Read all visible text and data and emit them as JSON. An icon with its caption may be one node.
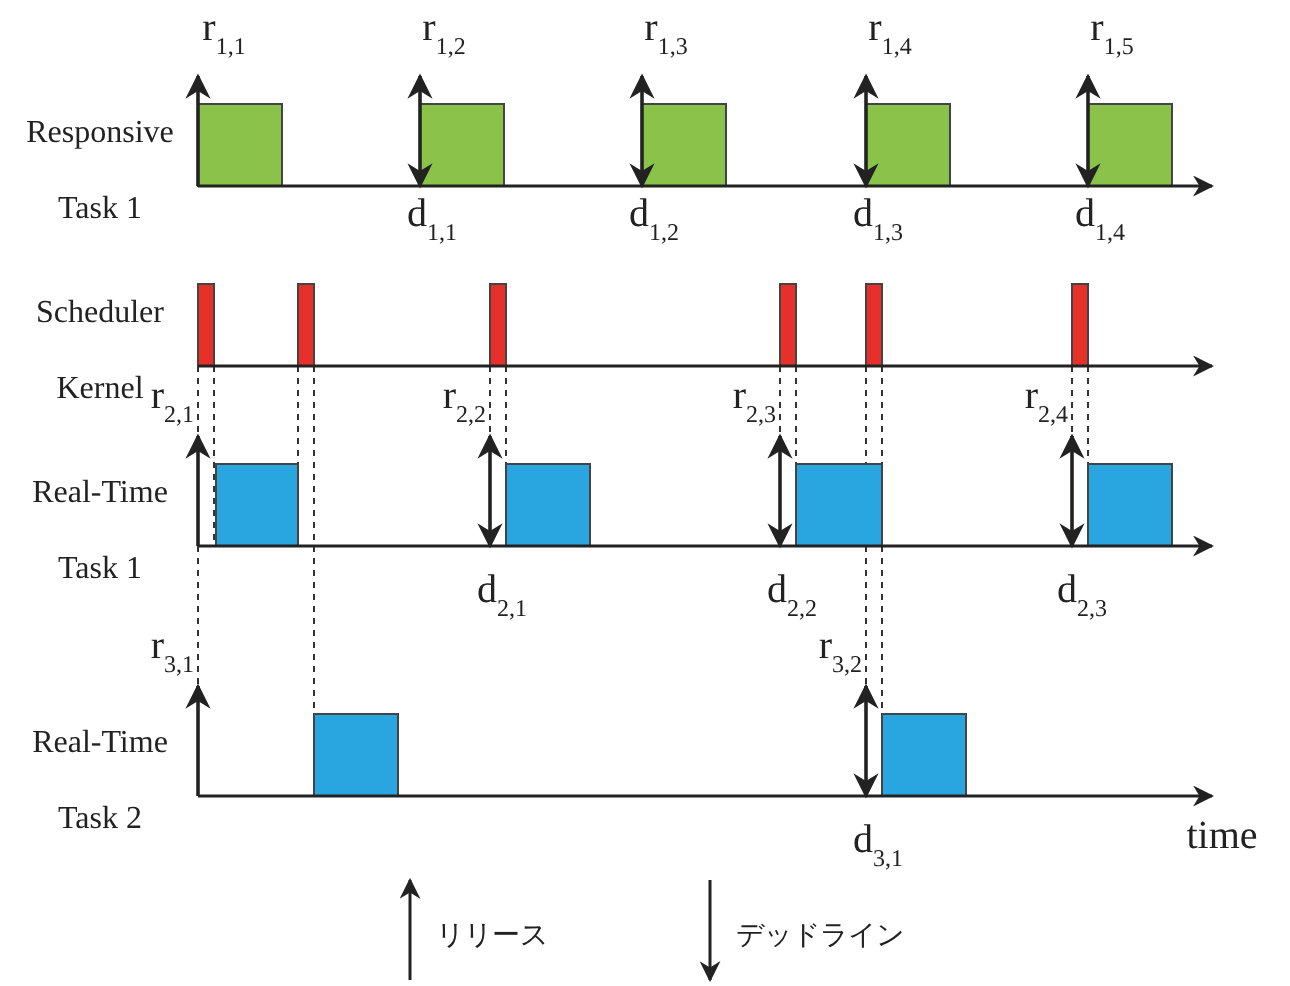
{
  "diagram": {
    "labels": [
      "r$_{1,1}$",
      "r$_{1,2}$",
      "r$_{1,3}$",
      "r$_{1,4}$",
      "r$_{1,5}$",
      "Responsive Task 1",
      "d$_{1,1}$",
      "d$_{1,2}$",
      "d$_{1,3}$",
      "d$_{1,4}$",
      "Scheduler Kernel",
      "r$_{2,1}$",
      "r$_{2,2}$",
      "r$_{2,3}$",
      "r$_{2,4}$",
      "Real-Time Task 1",
      "d$_{2,1}$",
      "d$_{2,2}$",
      "d$_{2,3}$",
      "r$_{3,1}$",
      "r$_{3,2}$",
      "Real-Time Task 2",
      "d$_{3,1}$",
      "time"
    ],
    "legend": [
      {
        "text": "リリース"
      },
      {
        "text": "デッドライン"
      }
    ]
  }
}
